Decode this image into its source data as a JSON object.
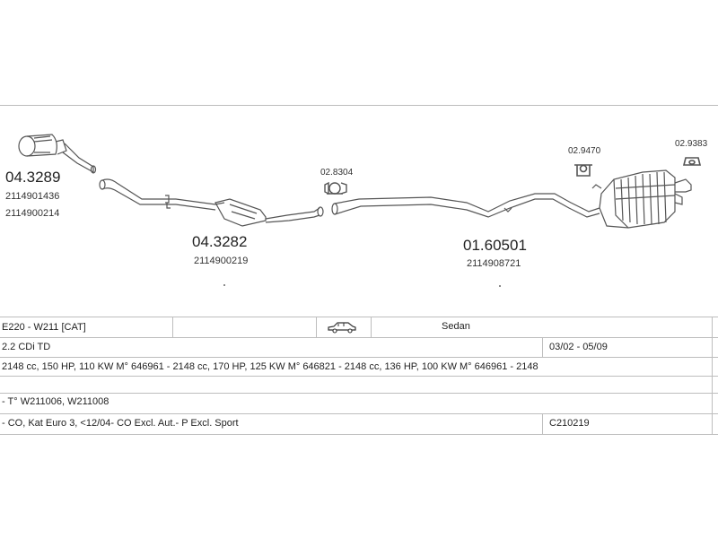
{
  "parts": [
    {
      "number": "04.3289",
      "oem": [
        "2114901436",
        "2114900214"
      ]
    },
    {
      "number": "04.3282",
      "oem": [
        "2114900219"
      ]
    },
    {
      "number": "01.60501",
      "oem": [
        "2114908721"
      ]
    },
    {
      "number": "02.8304",
      "oem": []
    },
    {
      "number": "02.9470",
      "oem": []
    },
    {
      "number": "02.9383",
      "oem": []
    }
  ],
  "table": {
    "row1": {
      "model": "E220 - W211  [CAT]",
      "body_type": "Sedan",
      "car_icon": "sedan-car-icon"
    },
    "row2": {
      "engine": "2.2 CDi TD",
      "years": "03/02 - 05/09"
    },
    "row3": {
      "specs": "2148 cc, 150 HP, 110 KW M° 646961 - 2148 cc, 170 HP, 125 KW M° 646821 - 2148 cc, 136 HP, 100 KW M° 646961 - 2148"
    },
    "row4": {
      "chassis": "- T° W211006, W211008"
    },
    "row5": {
      "notes": "- CO, Kat Euro 3, <12/04- CO Excl. Aut.- P Excl. Sport",
      "code": "C210219"
    }
  },
  "colors": {
    "line": "#bdbdbd",
    "drawing": "#555555",
    "text": "#222222"
  }
}
